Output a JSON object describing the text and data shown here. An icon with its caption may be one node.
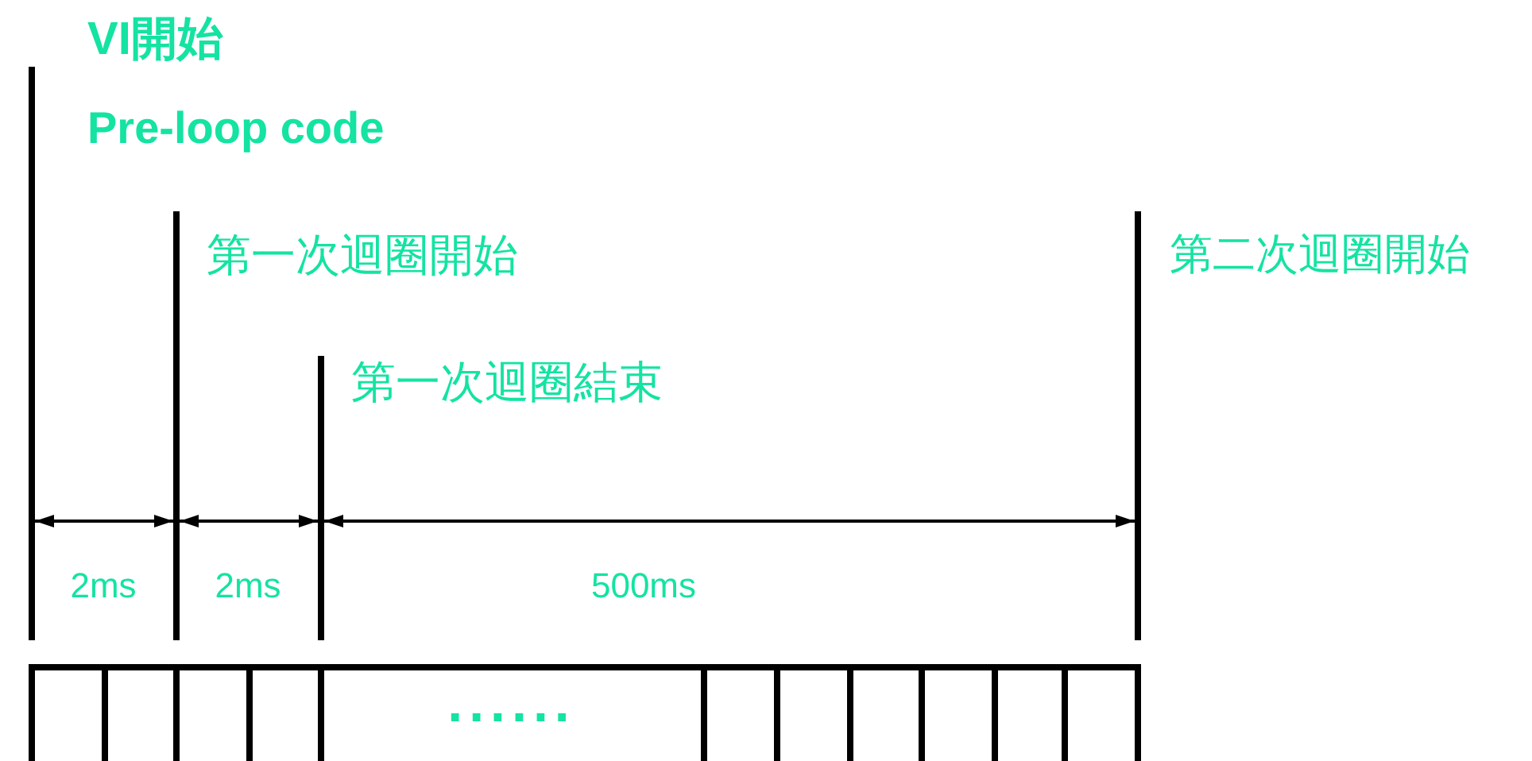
{
  "diagram": {
    "labels": [
      "VI開始",
      "Pre-loop code",
      "第一次迴圈開始",
      "第二次迴圈開始",
      "第一次迴圈結束",
      "2ms",
      "2ms",
      "500ms",
      "......"
    ]
  }
}
